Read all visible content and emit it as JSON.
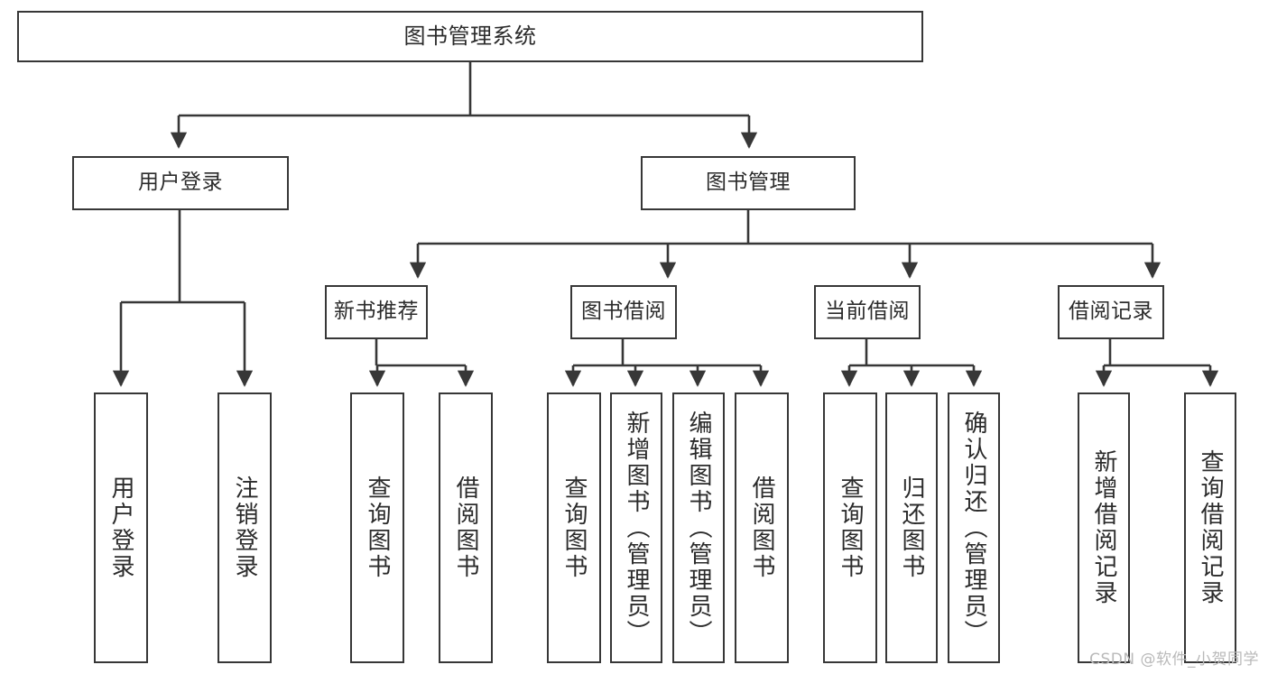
{
  "diagram": {
    "title": "图书管理系统",
    "watermark": "CSDN @软件_小贺同学",
    "colors": {
      "stroke": "#373737",
      "text": "#2b2b2b",
      "background": "#ffffff",
      "watermark": "#b9b9b9"
    },
    "root": {
      "label": "图书管理系统"
    },
    "level2": [
      {
        "label": "用户登录"
      },
      {
        "label": "图书管理"
      }
    ],
    "level3": [
      {
        "label": "新书推荐"
      },
      {
        "label": "图书借阅"
      },
      {
        "label": "当前借阅"
      },
      {
        "label": "借阅记录"
      }
    ],
    "leaves": {
      "user_login": [
        {
          "label": "用户登录"
        },
        {
          "label": "注销登录"
        }
      ],
      "new_book_recommend": [
        {
          "label": "查询图书"
        },
        {
          "label": "借阅图书"
        }
      ],
      "book_borrow": [
        {
          "label": "查询图书"
        },
        {
          "label": "新增图书（管理员）"
        },
        {
          "label": "编辑图书（管理员）"
        },
        {
          "label": "借阅图书"
        }
      ],
      "current_borrow": [
        {
          "label": "查询图书"
        },
        {
          "label": "归还图书"
        },
        {
          "label": "确认归还（管理员）"
        }
      ],
      "borrow_record": [
        {
          "label": "新增借阅记录"
        },
        {
          "label": "查询借阅记录"
        }
      ]
    }
  }
}
